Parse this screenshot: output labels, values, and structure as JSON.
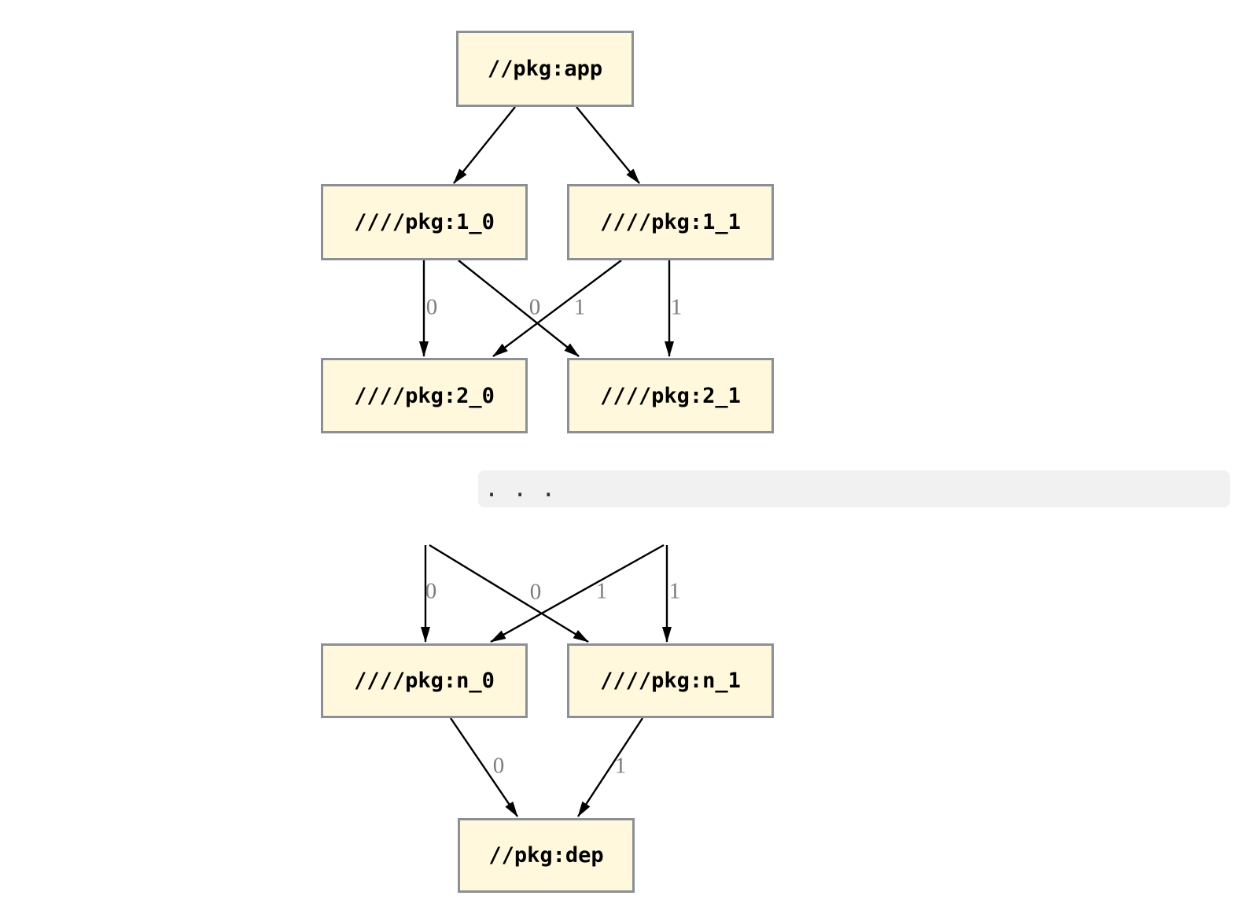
{
  "diagram": {
    "type": "dependency-graph",
    "nodes": {
      "app": "//pkg:app",
      "1_0": "////pkg:1_0",
      "1_1": "////pkg:1_1",
      "2_0": "////pkg:2_0",
      "2_1": "////pkg:2_1",
      "n_0": "////pkg:n_0",
      "n_1": "////pkg:n_1",
      "dep": "//pkg:dep"
    },
    "edges": [
      {
        "from": "app",
        "to": "1_0",
        "label": ""
      },
      {
        "from": "app",
        "to": "1_1",
        "label": ""
      },
      {
        "from": "1_0",
        "to": "2_0",
        "label": "0"
      },
      {
        "from": "1_0",
        "to": "2_1",
        "label": "1"
      },
      {
        "from": "1_1",
        "to": "2_0",
        "label": "0"
      },
      {
        "from": "1_1",
        "to": "2_1",
        "label": "1"
      },
      {
        "from": "...",
        "to": "n_0",
        "label": "0"
      },
      {
        "from": "...",
        "to": "n_1",
        "label": "1"
      },
      {
        "from": "...",
        "to": "n_0",
        "label": "0"
      },
      {
        "from": "...",
        "to": "n_1",
        "label": "1"
      },
      {
        "from": "n_0",
        "to": "dep",
        "label": "0"
      },
      {
        "from": "n_1",
        "to": "dep",
        "label": "1"
      }
    ],
    "ellipsis": ". . .",
    "colors": {
      "node_fill": "#FFF8DC",
      "node_border": "#8A9096",
      "edge": "#000000",
      "edge_label": "#7D7D7D",
      "band_fill": "#F1F1F1",
      "ellipsis_dots": "#333333",
      "background": "#FFFFFF"
    }
  }
}
